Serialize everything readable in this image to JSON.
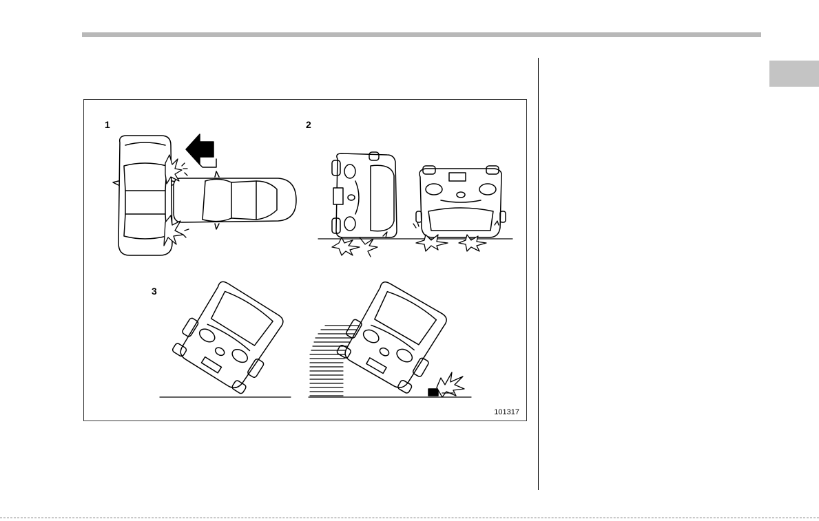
{
  "figure": {
    "labels": {
      "panel_1": "1",
      "panel_2": "2",
      "panel_3": "3"
    },
    "code": "101317"
  }
}
